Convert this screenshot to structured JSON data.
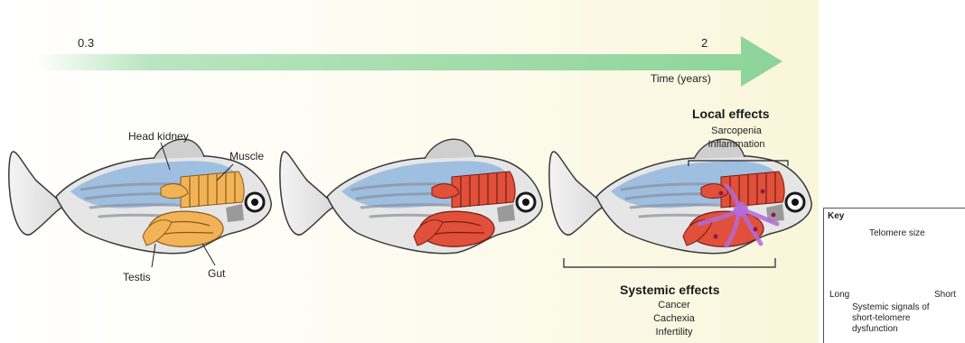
{
  "timeline": {
    "start_value": "0.3",
    "end_value": "2",
    "axis_label": "Time (years)"
  },
  "anatomy_labels": {
    "head_kidney": "Head kidney",
    "muscle": "Muscle",
    "testis": "Testis",
    "gut": "Gut"
  },
  "local_effects": {
    "title": "Local effects",
    "items": [
      "Sarcopenia",
      "Inflammation"
    ]
  },
  "systemic_effects": {
    "title": "Systemic effects",
    "items": [
      "Cancer",
      "Cachexia",
      "Infertility"
    ]
  },
  "key": {
    "title": "Key",
    "telomere_label": "Telomere size",
    "long_label": "Long",
    "short_label": "Short",
    "signal_label_1": "Systemic signals of",
    "signal_label_2": "short-telomere",
    "signal_label_3": "dysfunction"
  },
  "colors": {
    "body_blue": "#9fbfe0",
    "body_grey": "#e6e6e6",
    "organ_orange": "#f2b357",
    "organ_red": "#e0503a",
    "signal_purple": "#b36ad6",
    "arrow_green": "#8cd49a",
    "telomere_long": "#f7c27e",
    "telomere_mid": "#f29a5c",
    "telomere_short": "#e8553f",
    "signal_dot": "#8b1a4a"
  }
}
